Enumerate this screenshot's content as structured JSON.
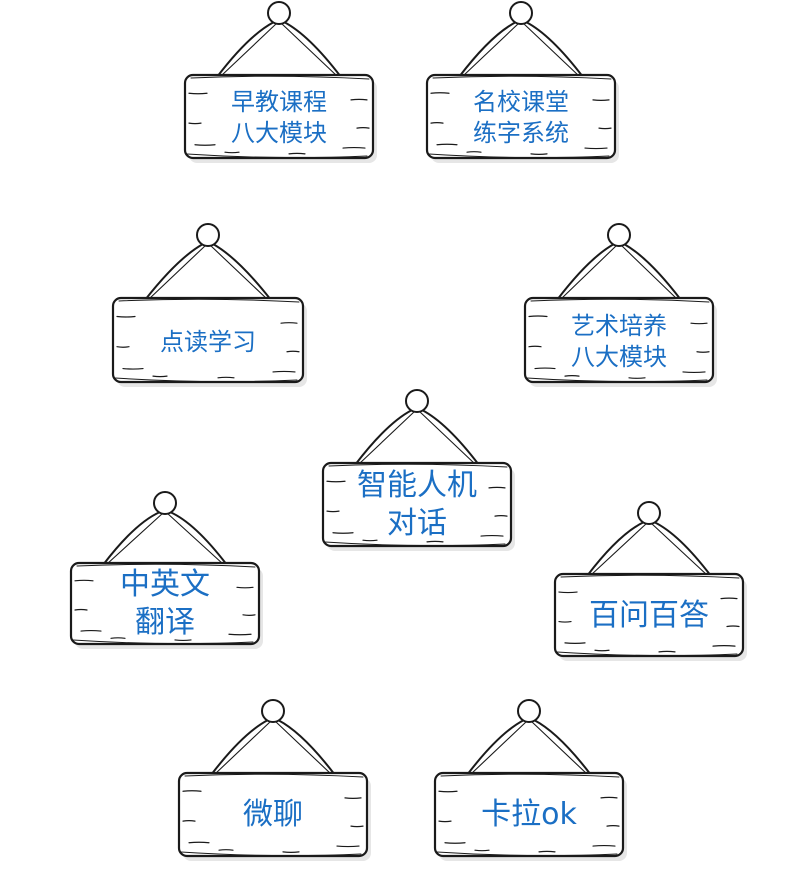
{
  "signs": [
    {
      "id": "early-education",
      "lines": [
        "早教课程",
        "八大模块"
      ]
    },
    {
      "id": "calligraphy",
      "lines": [
        "名校课堂",
        "练字系统"
      ]
    },
    {
      "id": "point-read",
      "lines": [
        "点读学习"
      ]
    },
    {
      "id": "art",
      "lines": [
        "艺术培养",
        "八大模块"
      ]
    },
    {
      "id": "ai-chat",
      "lines": [
        "智能人机",
        "对话"
      ]
    },
    {
      "id": "translate",
      "lines": [
        "中英文",
        "翻译"
      ]
    },
    {
      "id": "qa",
      "lines": [
        "百问百答"
      ]
    },
    {
      "id": "wechat",
      "lines": [
        "微聊"
      ]
    },
    {
      "id": "karaoke",
      "lines": [
        "卡拉ok"
      ]
    }
  ],
  "colors": {
    "text": "#1b6fc4",
    "ink": "#1a1a1a",
    "board": "#ffffff"
  },
  "icons": {
    "hanger": "circle-hook",
    "board": "sketched-wooden-plank"
  }
}
